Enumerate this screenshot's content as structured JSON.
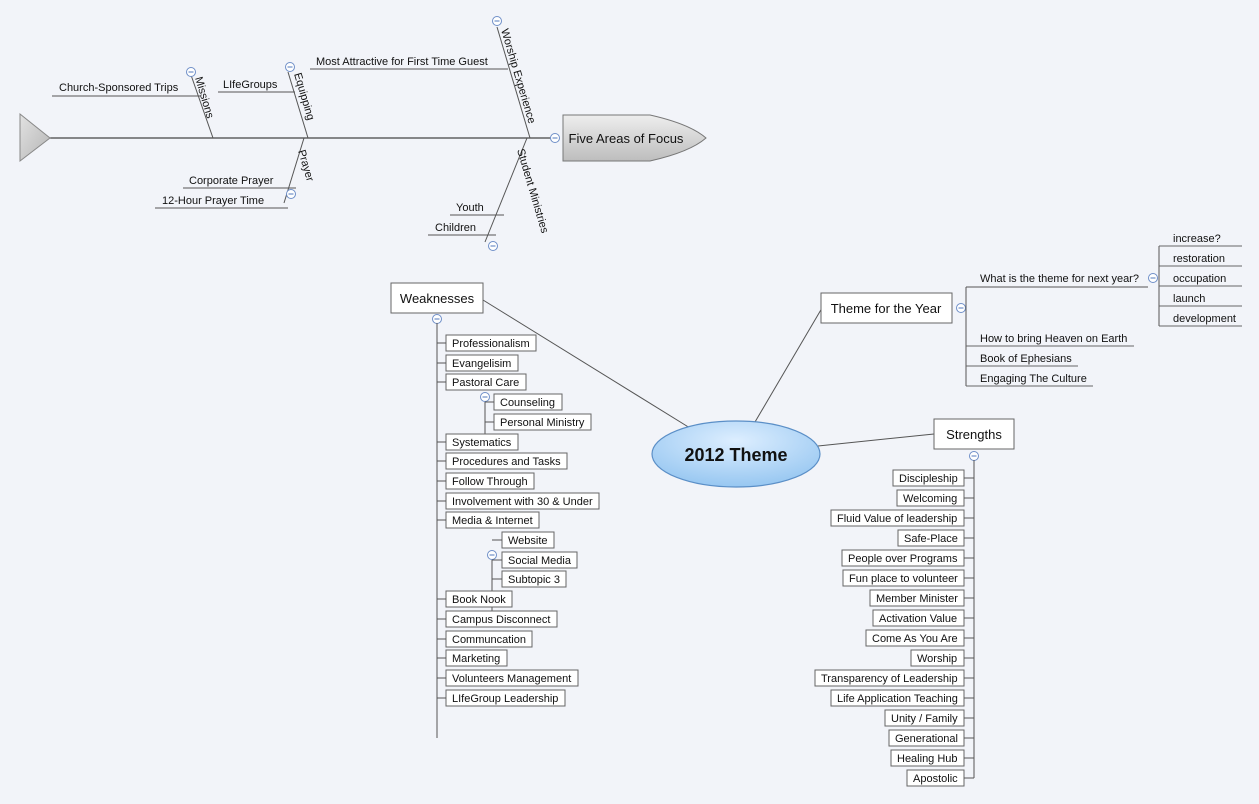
{
  "fishbone": {
    "head": "Five Areas of Focus",
    "bones": {
      "worship": "Worship Experience",
      "equipping": "Equipping",
      "missions": "Missions",
      "prayer": "Prayer",
      "student": "Student Ministries"
    },
    "leaves": {
      "most_attractive": "Most Attractive for First Time Guest",
      "lifegroups": "LIfeGroups",
      "church_trips": "Church-Sponsored Trips",
      "corporate_prayer": "Corporate Prayer",
      "prayer_time": "12-Hour Prayer Time",
      "youth": "Youth",
      "children": "Children"
    }
  },
  "central": "2012 Theme",
  "weaknesses": {
    "title": "Weaknesses",
    "items": [
      "Professionalism",
      "Evangelisim",
      "Pastoral Care",
      "Counseling",
      "Personal Ministry",
      "Systematics",
      "Procedures and Tasks",
      "Follow Through",
      "Involvement with 30 & Under",
      "Media & Internet",
      "Website",
      "Social Media",
      "Subtopic 3",
      "Book Nook",
      "Campus Disconnect",
      "Communcation",
      "Marketing",
      "Volunteers Management",
      "LIfeGroup Leadership"
    ]
  },
  "theme_year": {
    "title": "Theme for the Year",
    "question": "What is the theme for next year?",
    "answers": [
      "increase?",
      "restoration",
      "occupation",
      "launch",
      "development"
    ],
    "others": [
      "How to bring Heaven on Earth",
      "Book of Ephesians",
      "Engaging The Culture"
    ]
  },
  "strengths": {
    "title": "Strengths",
    "items": [
      "Discipleship",
      "Welcoming",
      "Fluid Value of leadership",
      "Safe-Place",
      "People over Programs",
      "Fun place to volunteer",
      "Member Minister",
      "Activation Value",
      "Come As You Are",
      "Worship",
      "Transparency of Leadership",
      "Life Application Teaching",
      "Unity / Family",
      "Generational",
      "Healing Hub",
      "Apostolic"
    ]
  }
}
